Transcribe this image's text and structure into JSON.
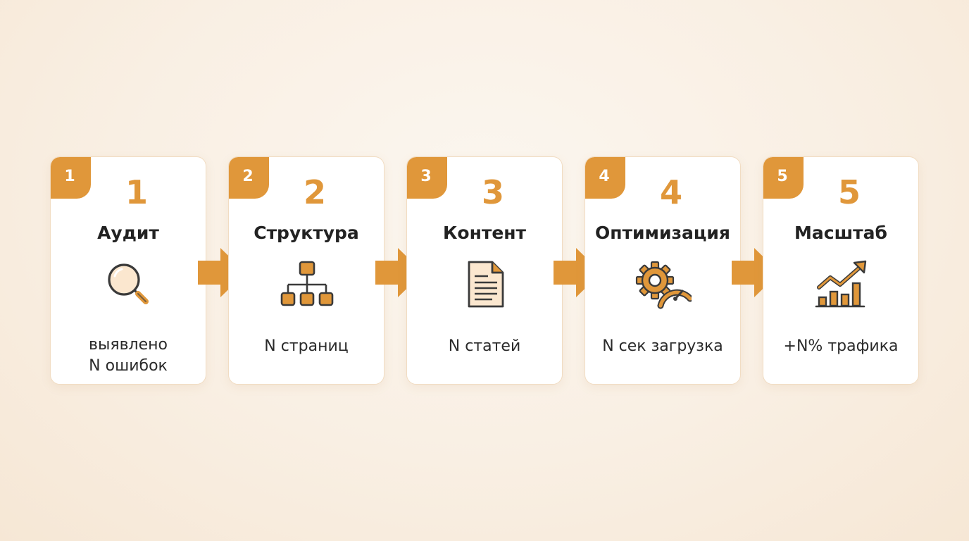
{
  "colors": {
    "accent": "#e0973a",
    "icon_stroke": "#3a3a3a",
    "icon_fill_light": "#fbe7cf"
  },
  "steps": [
    {
      "badge": "1",
      "number": "1",
      "title": "Аудит",
      "metric": "выявлено\nN ошибок",
      "icon": "magnifier-icon"
    },
    {
      "badge": "2",
      "number": "2",
      "title": "Структура",
      "metric": "N страниц",
      "icon": "sitemap-icon"
    },
    {
      "badge": "3",
      "number": "3",
      "title": "Контент",
      "metric": "N статей",
      "icon": "document-icon"
    },
    {
      "badge": "4",
      "number": "4",
      "title": "Оптимизация",
      "metric": "N сек загрузка",
      "icon": "gear-speedometer-icon"
    },
    {
      "badge": "5",
      "number": "5",
      "title": "Масштаб",
      "metric": "+N% трафика",
      "icon": "growth-chart-icon"
    }
  ]
}
